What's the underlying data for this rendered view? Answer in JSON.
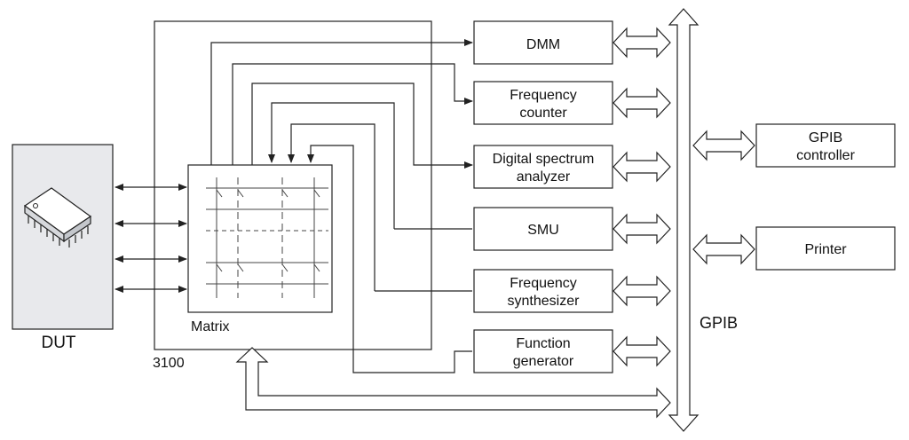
{
  "instruments": {
    "dmm": [
      "DMM"
    ],
    "freq_counter": [
      "Frequency",
      "counter"
    ],
    "spectrum": [
      "Digital spectrum",
      "analyzer"
    ],
    "smu": [
      "SMU"
    ],
    "synth": [
      "Frequency",
      "synthesizer"
    ],
    "func_gen": [
      "Function",
      "generator"
    ]
  },
  "peripherals": {
    "gpib_controller": [
      "GPIB",
      "controller"
    ],
    "printer": [
      "Printer"
    ]
  },
  "labels": {
    "dut": "DUT",
    "matrix": "Matrix",
    "system": "3100",
    "bus": "GPIB"
  },
  "colors": {
    "line": "#222222",
    "dut_fill": "#e8e9ec"
  }
}
